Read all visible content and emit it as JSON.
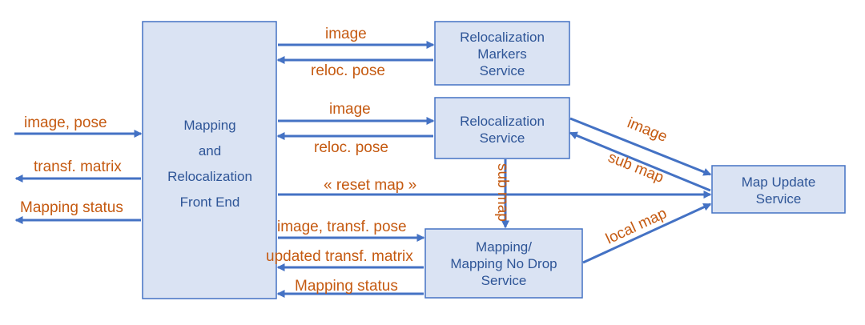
{
  "boxes": {
    "front_end": [
      "Mapping",
      "and",
      "Relocalization",
      "Front End"
    ],
    "reloc_markers": [
      "Relocalization",
      "Markers",
      "Service"
    ],
    "reloc_service": [
      "Relocalization",
      "Service"
    ],
    "mapping": [
      "Mapping/",
      "Mapping No Drop",
      "Service"
    ],
    "map_update": [
      "Map Update",
      "Service"
    ]
  },
  "labels": {
    "input_image_pose": "image, pose",
    "output_transf_matrix": "transf. matrix",
    "output_mapping_status": "Mapping status",
    "markers_image": "image",
    "markers_reloc_pose": "reloc. pose",
    "reloc_image": "image",
    "reloc_reloc_pose": "reloc. pose",
    "reset_map": "« reset map »",
    "mapping_image_transf_pose": "image, transf. pose",
    "mapping_updated_transf_matrix": "updated transf. matrix",
    "mapping_mapping_status": "Mapping status",
    "submap_vertical": "sub map",
    "mapupdate_image": "image",
    "mapupdate_sub_map": "sub map",
    "mapupdate_local_map": "local map"
  },
  "colors": {
    "box_fill": "#dae3f3",
    "box_stroke": "#4472c4",
    "arrow": "#4472c4",
    "box_text": "#2e5597",
    "label_text": "#c55a11"
  }
}
